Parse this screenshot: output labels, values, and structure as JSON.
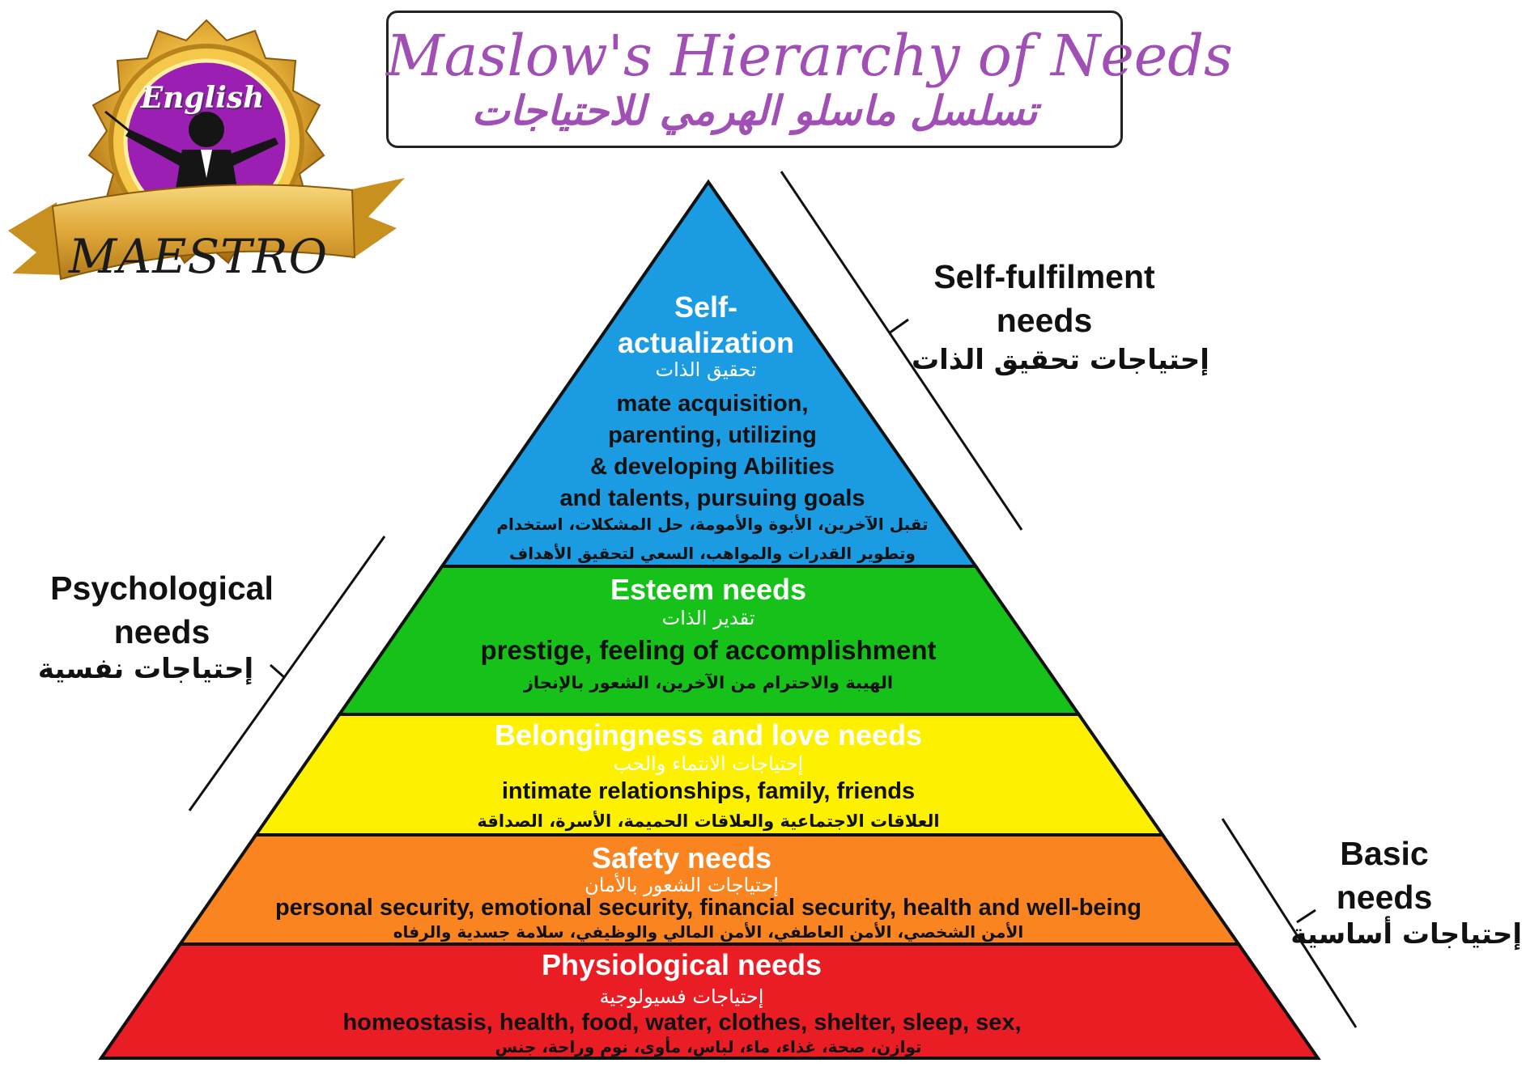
{
  "title": {
    "english": "Maslow's Hierarchy of Needs",
    "arabic": "تسلسل ماسلو الهرمي للاحتياجات"
  },
  "logo": {
    "top_text": "English",
    "banner_text": "MAESTRO"
  },
  "levels": [
    {
      "name": "Self-actualization",
      "title_lines": [
        "Self-",
        "actualization"
      ],
      "title_arabic": "تحقيق الذات",
      "description_lines": [
        "mate acquisition,",
        "parenting, utilizing",
        "& developing Abilities",
        "and talents, pursuing goals"
      ],
      "arabic_lines": [
        "تقبل الآخرين، الأبوة والأمومة، حل المشكلات، استخدام",
        "وتطوير القدرات والمواهب، السعي لتحقيق الأهداف"
      ],
      "color": "#1a9be2"
    },
    {
      "name": "Esteem needs",
      "title_lines": [
        "Esteem needs"
      ],
      "title_arabic": "تقدير الذات",
      "description_lines": [
        "prestige, feeling of accomplishment"
      ],
      "arabic_lines": [
        "الهيبة والاحترام من الآخرين، الشعور بالإنجاز"
      ],
      "color": "#16c21a"
    },
    {
      "name": "Belongingness and love needs",
      "title_lines": [
        "Belongingness and love needs"
      ],
      "title_arabic": "إحتياجات الانتماء والحب",
      "description_lines": [
        "intimate relationships, family, friends"
      ],
      "arabic_lines": [
        "العلاقات الاجتماعية والعلاقات الحميمة، الأسرة، الصداقة"
      ],
      "color": "#fdf100"
    },
    {
      "name": "Safety needs",
      "title_lines": [
        "Safety needs"
      ],
      "title_arabic": "إحتياجات الشعور بالأمان",
      "description_lines": [
        "personal security, emotional security, financial security, health and well-being"
      ],
      "arabic_lines": [
        "الأمن الشخصي، الأمن العاطفي، الأمن المالي والوظيفي، سلامة جسدية والرفاه"
      ],
      "color": "#fa8420"
    },
    {
      "name": "Physiological needs",
      "title_lines": [
        "Physiological needs"
      ],
      "title_arabic": "إحتياجات فسيولوجية",
      "description_lines": [
        "homeostasis, health, food, water, clothes, shelter, sleep, sex,"
      ],
      "arabic_lines": [
        "توازن، صحة، غذاء، ماء، لباس، مأوى، نوم وراحة، جنس"
      ],
      "color": "#ea1c24"
    }
  ],
  "side_labels": {
    "self_fulfilment": {
      "line1": "Self-fulfilment",
      "line2": "needs",
      "arabic": "إحتياجات تحقيق الذات"
    },
    "psychological": {
      "line1": "Psychological",
      "line2": "needs",
      "arabic": "إحتياجات نفسية"
    },
    "basic": {
      "line1": "Basic",
      "line2": "needs",
      "arabic": "إحتياجات أساسية"
    }
  }
}
